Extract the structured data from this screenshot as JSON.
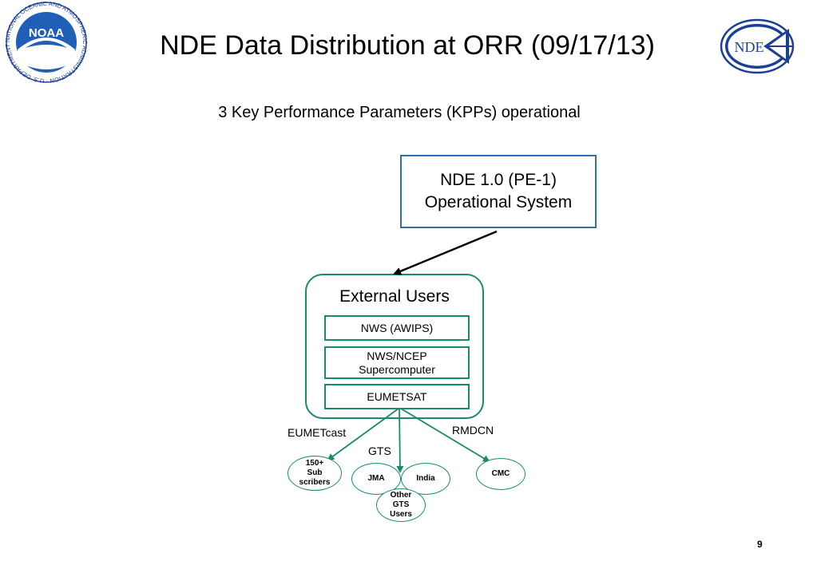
{
  "title": "NDE Data Distribution at ORR (09/17/13)",
  "subtitle": "3 Key Performance Parameters (KPPs) operational",
  "logos": {
    "noaa_text": "NOAA",
    "noaa_ring_text": "NATIONAL OCEANIC AND ATMOSPHERIC ADMINISTRATION · U.S. DEPARTMENT OF COMMERCE",
    "nde_text": "NDE"
  },
  "system_box": {
    "line1": "NDE 1.0 (PE-1)",
    "line2": "Operational System"
  },
  "external_users": {
    "title": "External Users",
    "items": [
      {
        "lines": [
          "NWS (AWIPS)"
        ]
      },
      {
        "lines": [
          "NWS/NCEP",
          "Supercomputer"
        ]
      },
      {
        "lines": [
          "EUMETSAT"
        ]
      }
    ]
  },
  "channels": {
    "eumetcast": "EUMETcast",
    "gts": "GTS",
    "rmdcn": "RMDCN"
  },
  "recipients": {
    "subscribers": [
      "150+",
      "Sub",
      "scribers"
    ],
    "jma": "JMA",
    "india": "India",
    "cmc": "CMC",
    "other_gts": [
      "Other",
      "GTS",
      "Users"
    ]
  },
  "page_number": "9",
  "colors": {
    "green": "#1a8a6e",
    "blue": "#2f6fae",
    "navy": "#1c3f94"
  }
}
